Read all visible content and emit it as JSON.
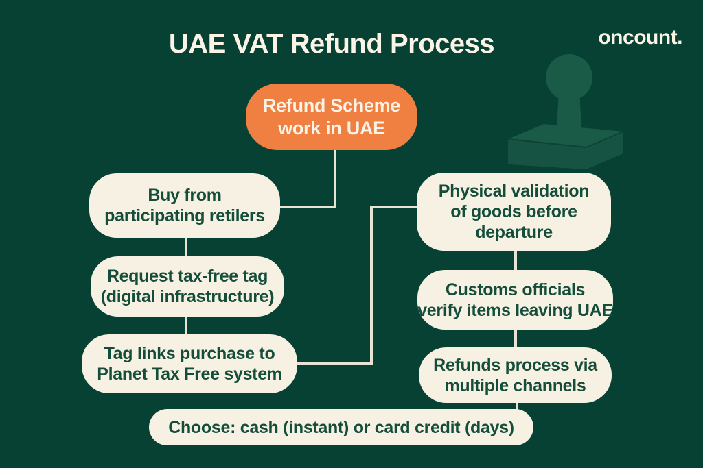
{
  "header": {
    "title": "UAE VAT Refund Process",
    "brand": "oncount."
  },
  "colors": {
    "background": "#064134",
    "card": "#F6F1E2",
    "accent": "#F08042",
    "ink": "#144D3A",
    "light": "#FAF3E6",
    "connector": "#E8E4D5",
    "stamp": "#1A5B48",
    "stamp_side": "#175343",
    "stamp_seam": "#0C4434"
  },
  "flow": {
    "root": {
      "label": "Refund Scheme\nwork in UAE"
    },
    "left_column": [
      {
        "label": "Buy from\nparticipating retilers"
      },
      {
        "label": "Request tax-free tag\n(digital infrastructure)"
      },
      {
        "label": "Tag links purchase to\nPlanet Tax Free system"
      }
    ],
    "right_column": [
      {
        "label": "Physical validation\nof goods before\ndeparture"
      },
      {
        "label": "Customs officials\nverify items leaving UAE"
      },
      {
        "label": "Refunds process via\nmultiple channels"
      }
    ],
    "final": {
      "label": "Choose: cash (instant) or card credit (days)"
    }
  }
}
